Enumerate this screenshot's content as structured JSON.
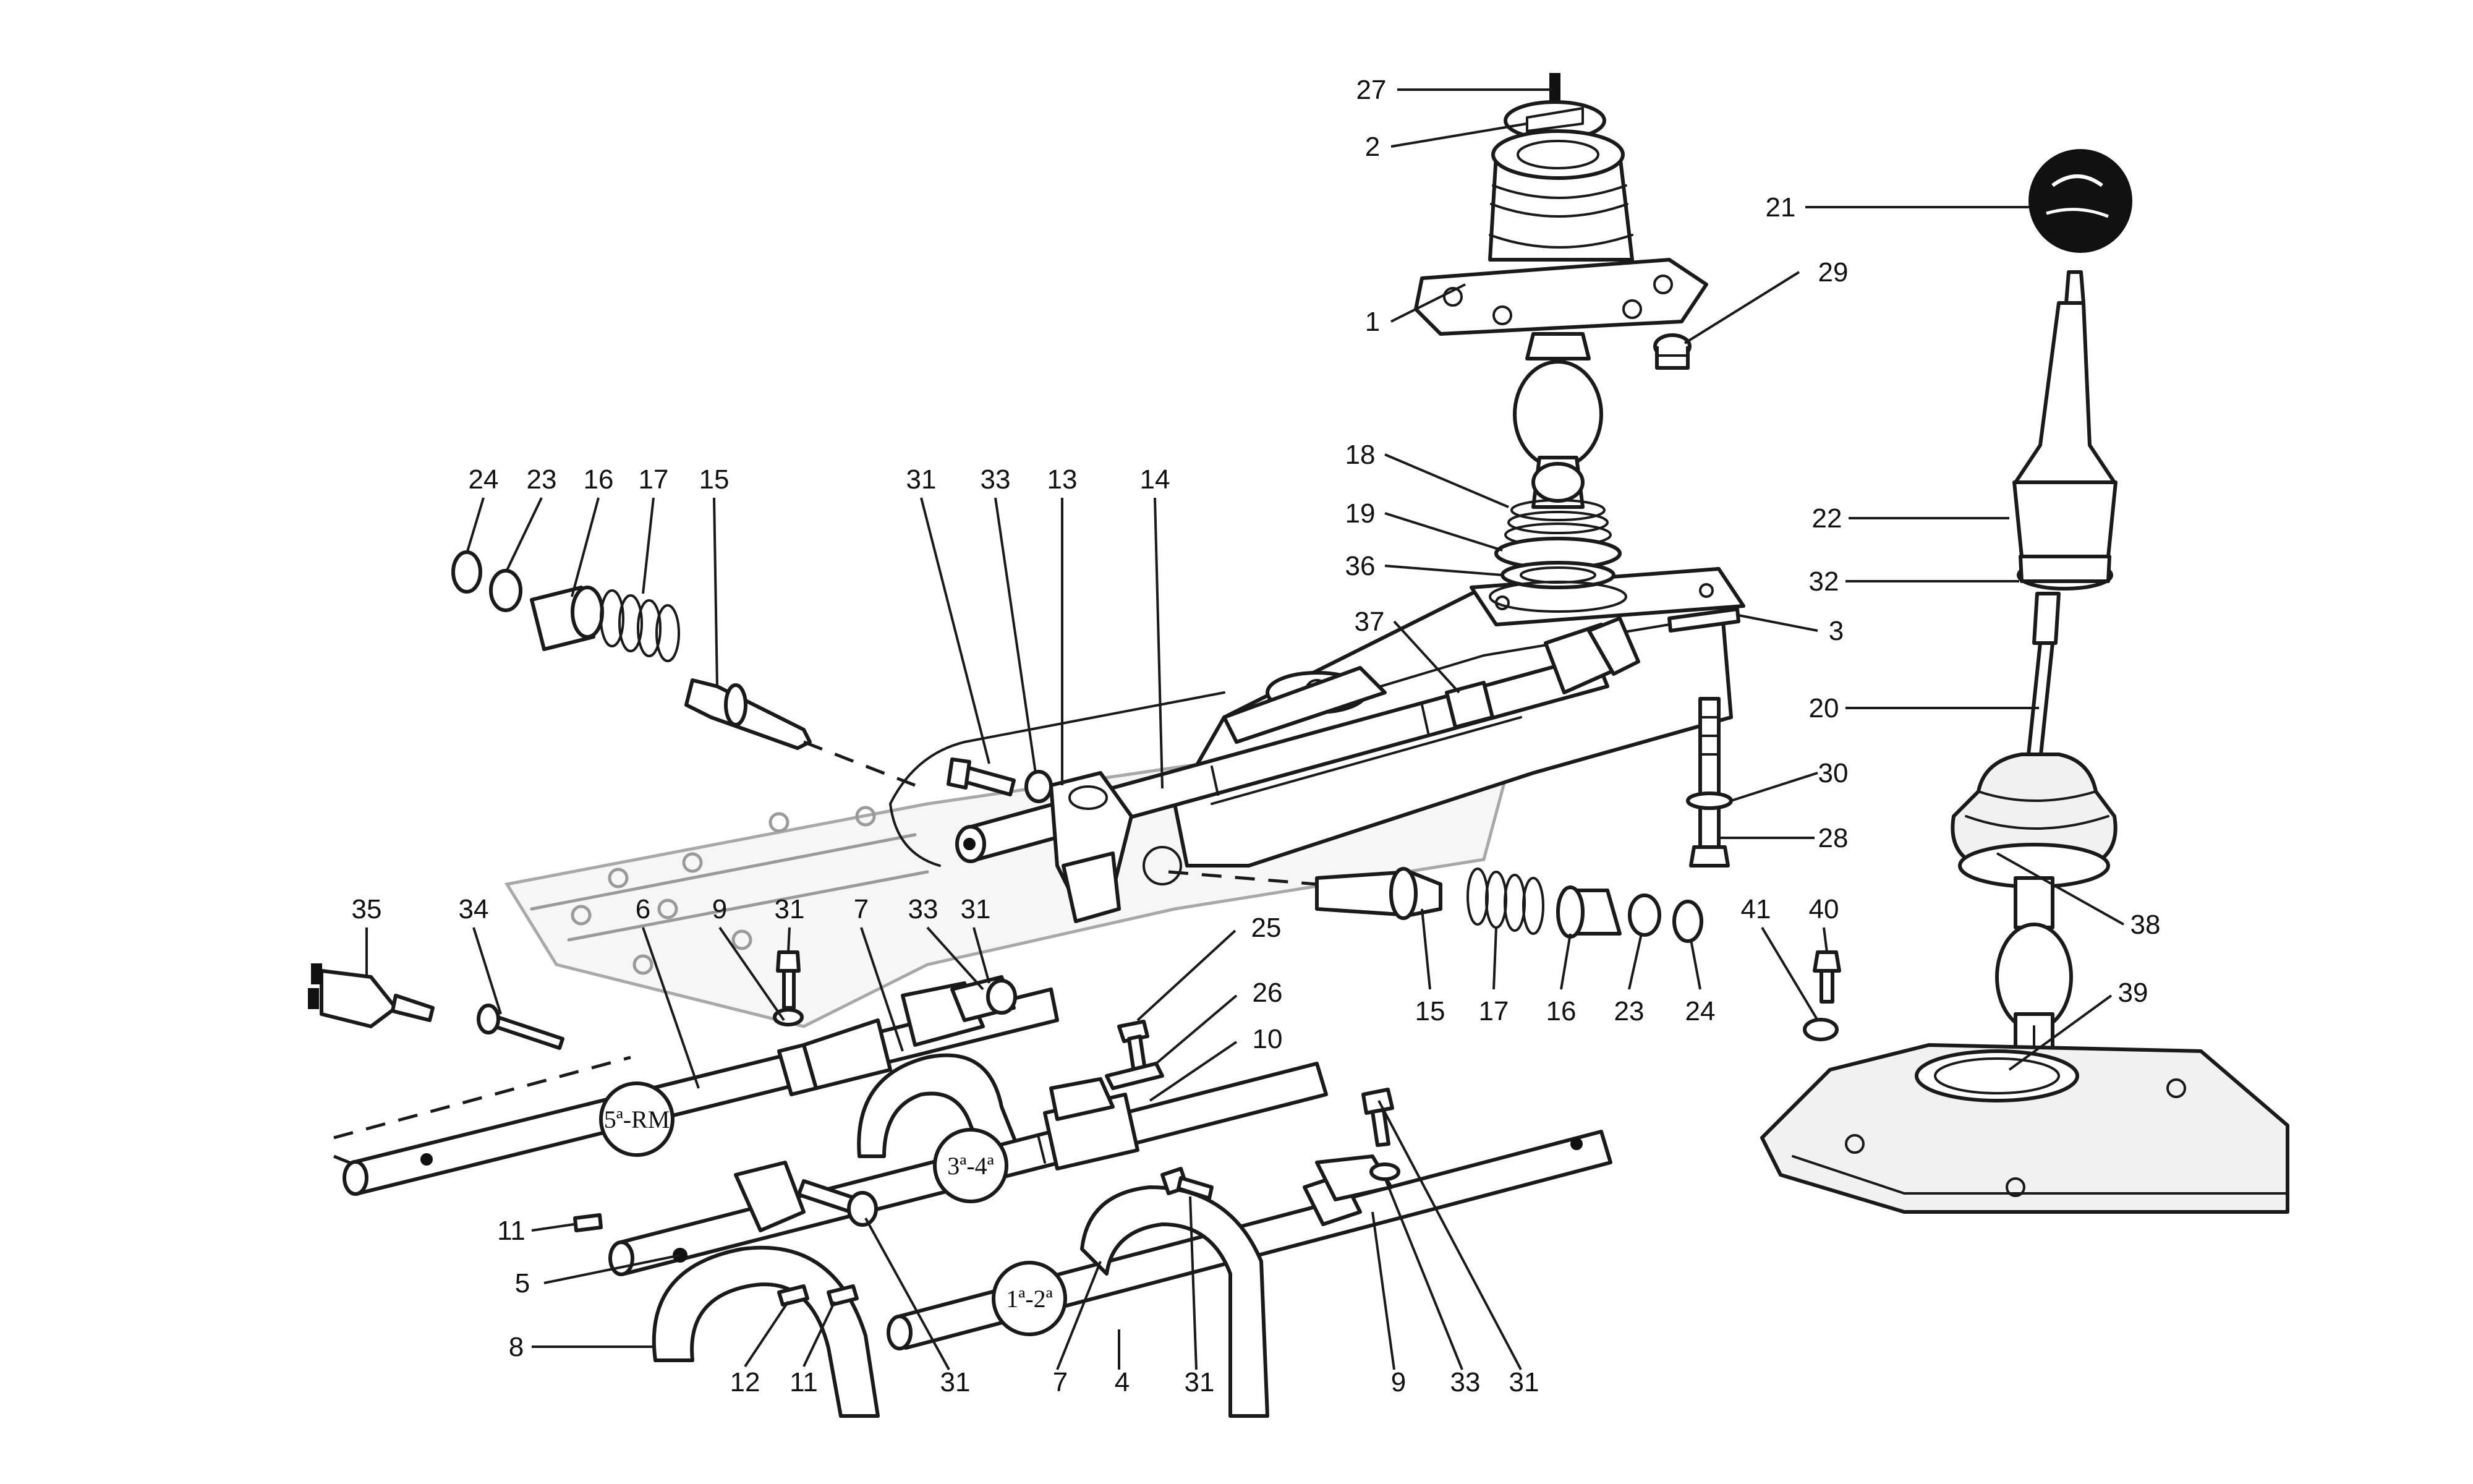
{
  "callouts": [
    {
      "id": "c27",
      "text": "27"
    },
    {
      "id": "c2",
      "text": "2"
    },
    {
      "id": "c1",
      "text": "1"
    },
    {
      "id": "c29",
      "text": "29"
    },
    {
      "id": "c21",
      "text": "21"
    },
    {
      "id": "c18",
      "text": "18"
    },
    {
      "id": "c19",
      "text": "19"
    },
    {
      "id": "c36",
      "text": "36"
    },
    {
      "id": "c37",
      "text": "37"
    },
    {
      "id": "c3",
      "text": "3"
    },
    {
      "id": "c22",
      "text": "22"
    },
    {
      "id": "c32",
      "text": "32"
    },
    {
      "id": "c20",
      "text": "20"
    },
    {
      "id": "c30",
      "text": "30"
    },
    {
      "id": "c28",
      "text": "28"
    },
    {
      "id": "c38",
      "text": "38"
    },
    {
      "id": "c24a",
      "text": "24"
    },
    {
      "id": "c23a",
      "text": "23"
    },
    {
      "id": "c16a",
      "text": "16"
    },
    {
      "id": "c17a",
      "text": "17"
    },
    {
      "id": "c15a",
      "text": "15"
    },
    {
      "id": "c31a",
      "text": "31"
    },
    {
      "id": "c33a",
      "text": "33"
    },
    {
      "id": "c13",
      "text": "13"
    },
    {
      "id": "c14",
      "text": "14"
    },
    {
      "id": "c35",
      "text": "35"
    },
    {
      "id": "c34",
      "text": "34"
    },
    {
      "id": "c6",
      "text": "6"
    },
    {
      "id": "c9a",
      "text": "9"
    },
    {
      "id": "c31b",
      "text": "31"
    },
    {
      "id": "c7a",
      "text": "7"
    },
    {
      "id": "c33b",
      "text": "33"
    },
    {
      "id": "c31c",
      "text": "31"
    },
    {
      "id": "c25",
      "text": "25"
    },
    {
      "id": "c26",
      "text": "26"
    },
    {
      "id": "c10",
      "text": "10"
    },
    {
      "id": "c15b",
      "text": "15"
    },
    {
      "id": "c17b",
      "text": "17"
    },
    {
      "id": "c16b",
      "text": "16"
    },
    {
      "id": "c23b",
      "text": "23"
    },
    {
      "id": "c24b",
      "text": "24"
    },
    {
      "id": "c41",
      "text": "41"
    },
    {
      "id": "c40",
      "text": "40"
    },
    {
      "id": "c39",
      "text": "39"
    },
    {
      "id": "c11a",
      "text": "11"
    },
    {
      "id": "c5",
      "text": "5"
    },
    {
      "id": "c8",
      "text": "8"
    },
    {
      "id": "c12",
      "text": "12"
    },
    {
      "id": "c11b",
      "text": "11"
    },
    {
      "id": "c31d",
      "text": "31"
    },
    {
      "id": "c7b",
      "text": "7"
    },
    {
      "id": "c4",
      "text": "4"
    },
    {
      "id": "c31e",
      "text": "31"
    },
    {
      "id": "c9b",
      "text": "9"
    },
    {
      "id": "c33c",
      "text": "33"
    },
    {
      "id": "c31f",
      "text": "31"
    }
  ],
  "gear_labels": {
    "fifth_reverse": "5ª-RM",
    "third_fourth": "3ª-4ª",
    "first_second": "1ª-2ª"
  }
}
